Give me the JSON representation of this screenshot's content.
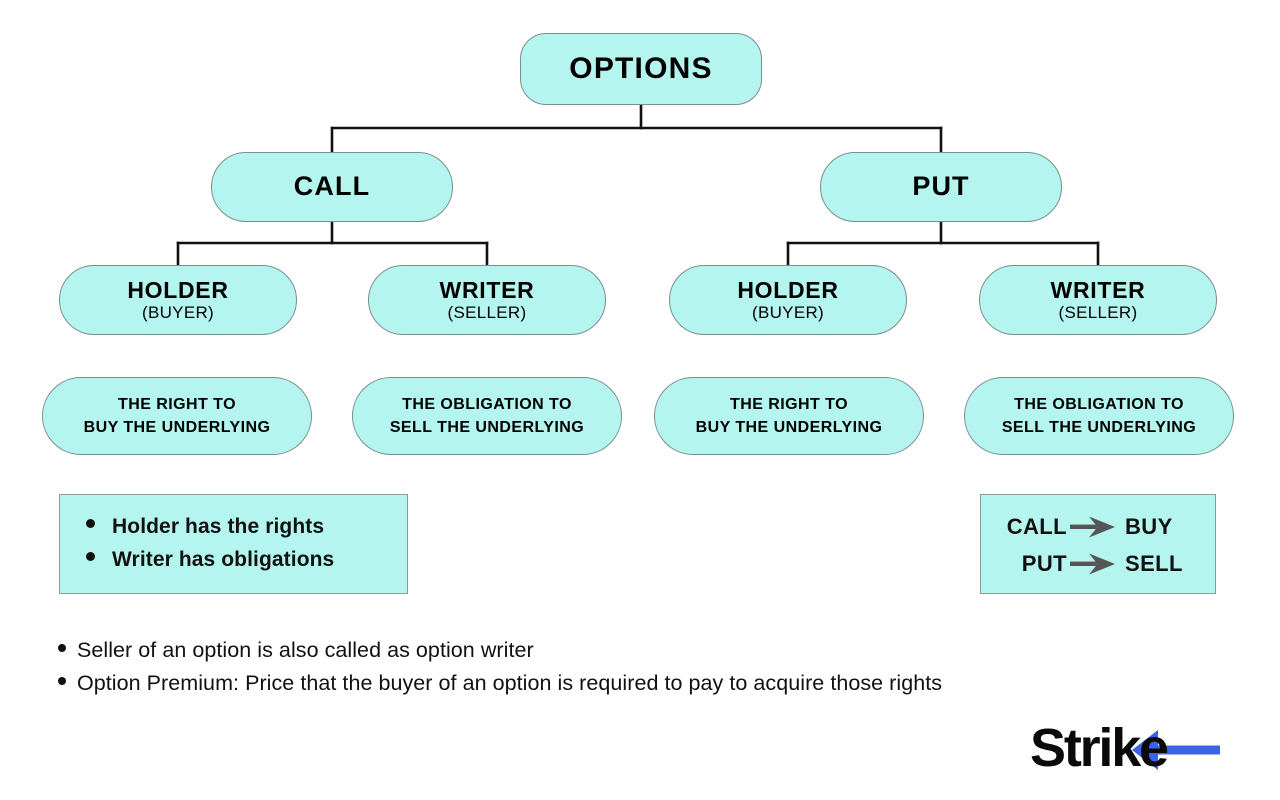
{
  "diagram": {
    "title": "Options classification tree",
    "accent_fill": "#b4f5ef",
    "node_border": "#7a8f8d",
    "line_color": "#111111",
    "arrow_color": "#555555",
    "root": {
      "label": "OPTIONS"
    },
    "branches": [
      {
        "label": "CALL"
      },
      {
        "label": "PUT"
      }
    ],
    "parties": [
      {
        "title": "HOLDER",
        "sub": "(BUYER)"
      },
      {
        "title": "WRITER",
        "sub": "(SELLER)"
      },
      {
        "title": "HOLDER",
        "sub": "(BUYER)"
      },
      {
        "title": "WRITER",
        "sub": "(SELLER)"
      }
    ],
    "descriptions": [
      {
        "line1": "THE RIGHT TO",
        "line2": "BUY THE UNDERLYING"
      },
      {
        "line1": "THE OBLIGATION TO",
        "line2": "SELL THE UNDERLYING"
      },
      {
        "line1": "THE RIGHT TO",
        "line2": "BUY THE UNDERLYING"
      },
      {
        "line1": "THE OBLIGATION TO",
        "line2": "SELL THE UNDERLYING"
      }
    ]
  },
  "legend_left": {
    "items": [
      "Holder has the rights",
      "Writer has obligations"
    ]
  },
  "legend_right": {
    "rows": [
      {
        "from": "CALL",
        "icon": "arrow-right-icon",
        "to": "BUY"
      },
      {
        "from": "PUT",
        "icon": "arrow-right-icon",
        "to": "SELL"
      }
    ]
  },
  "notes": {
    "items": [
      "Seller of an option is also called as option writer",
      "Option Premium: Price that the buyer of an option is required to pay to acquire those rights"
    ]
  },
  "logo": {
    "text": "Strike",
    "icon": "left-arrow-icon",
    "text_color": "#0a0a0a",
    "icon_color": "#3b63e8"
  }
}
